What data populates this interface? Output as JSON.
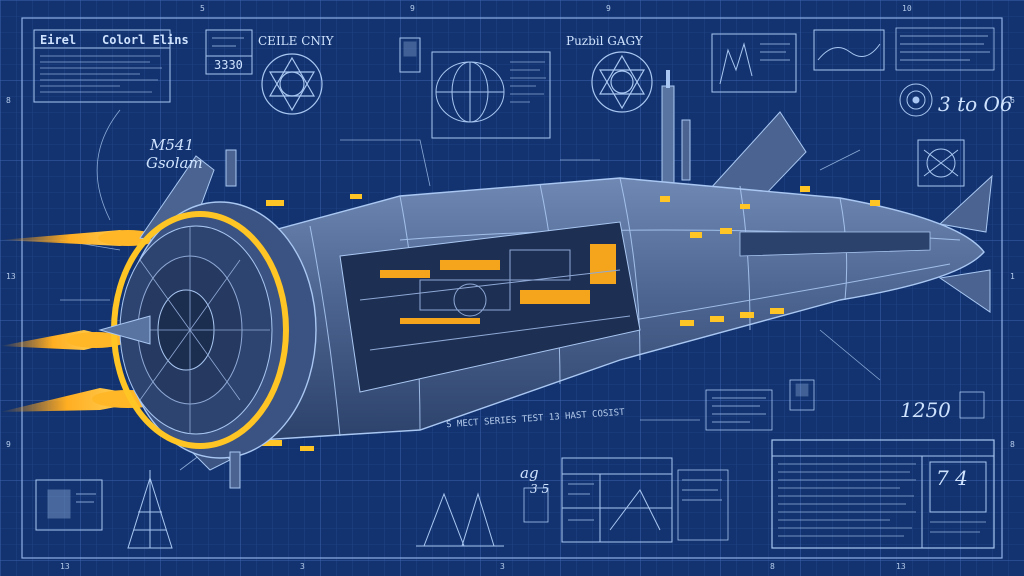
{
  "colors": {
    "background": "#12336f",
    "grid": "#3c63ad",
    "line": "#a9c7f2",
    "hull": "#506892",
    "hull_dark": "#2f4770",
    "accent_orange": "#f4a51c",
    "accent_yellow": "#ffc524"
  },
  "border_ticks": {
    "top": [
      "5",
      "9",
      "9",
      "10"
    ],
    "bottom": [
      "13",
      "3",
      "3",
      "8",
      "13"
    ],
    "left": [
      "8",
      "13",
      "9"
    ],
    "right": [
      "6",
      "1",
      "8"
    ]
  },
  "top_left_panel": {
    "title_left": "Eirel",
    "title_right": "Colorl Elins"
  },
  "top_labels": {
    "code_box": "3330",
    "cable_label": "CEILE CNIY",
    "part_label": "Puzbil GAGY",
    "scale_note": "3 to O6"
  },
  "left_notes": {
    "title_1": "M541",
    "title_2": "Gsolam"
  },
  "center_caption": "S MECT SERIES TEST 13 HAST COSIST",
  "right_notes": {
    "mid_number": "1250",
    "box_number": "7 4"
  },
  "bottom_notes": {
    "hand_1": "ag",
    "hand_2": "3 5"
  },
  "icons": [
    "rocket-thruster-icon",
    "orbit-diagram-icon",
    "tower-icon",
    "crosshair-icon"
  ]
}
